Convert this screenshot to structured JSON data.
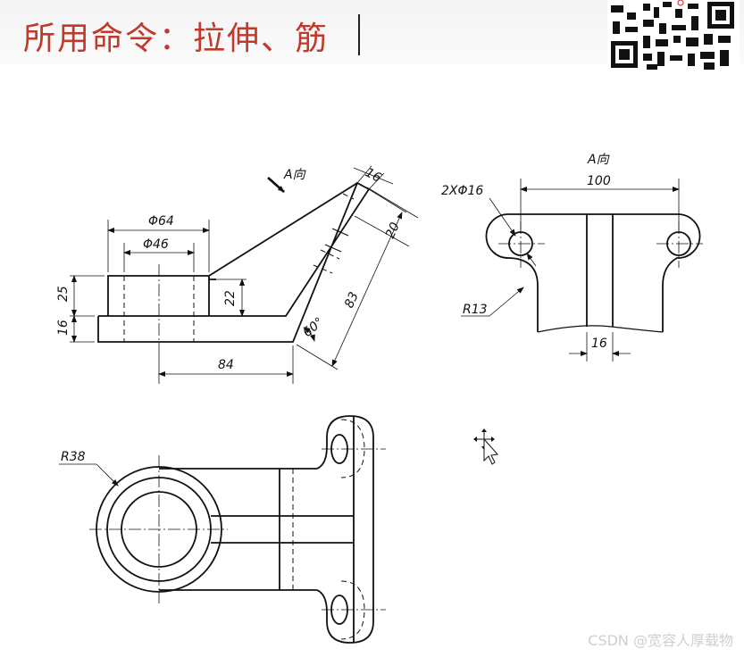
{
  "header": {
    "title": "所用命令：拉伸、筋"
  },
  "drawing": {
    "front_view": {
      "dia_outer": "Φ64",
      "dia_inner": "Φ46",
      "h_25": "25",
      "h_16": "16",
      "h_22": "22",
      "len_84": "84",
      "rib_16": "16",
      "rib_20": "20",
      "len_83": "83",
      "angle_60": "60°",
      "view_arrow_label": "A向"
    },
    "aux_view": {
      "title": "A向",
      "width_100": "100",
      "holes": "2XΦ16",
      "radius": "R13",
      "rib_16": "16"
    },
    "top_view": {
      "radius": "R38"
    }
  },
  "watermark": "CSDN @宽容人厚载物",
  "colors": {
    "title": "#c0392b",
    "line": "#111111"
  }
}
